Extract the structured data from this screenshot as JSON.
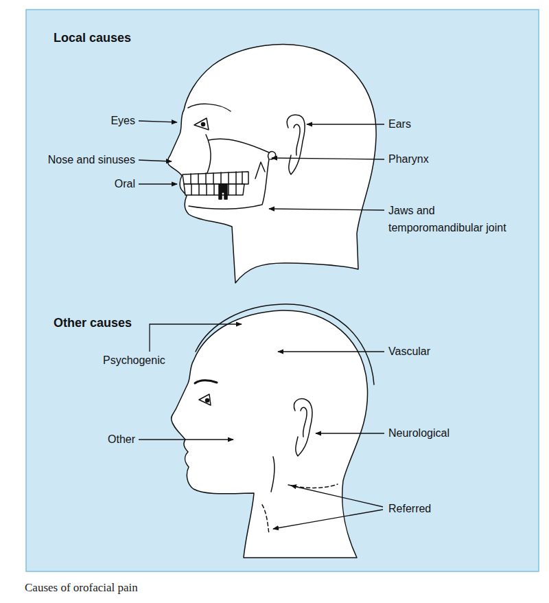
{
  "diagram": {
    "caption": "Causes of orofacial pain",
    "labels": [
      "Local causes",
      "Eyes",
      "Nose and sinuses",
      "Oral",
      "Ears",
      "Pharynx",
      "Jaws and temporomandibular joint",
      "Other causes",
      "Psychogenic",
      "Vascular",
      "Other",
      "Neurological",
      "Referred"
    ]
  }
}
